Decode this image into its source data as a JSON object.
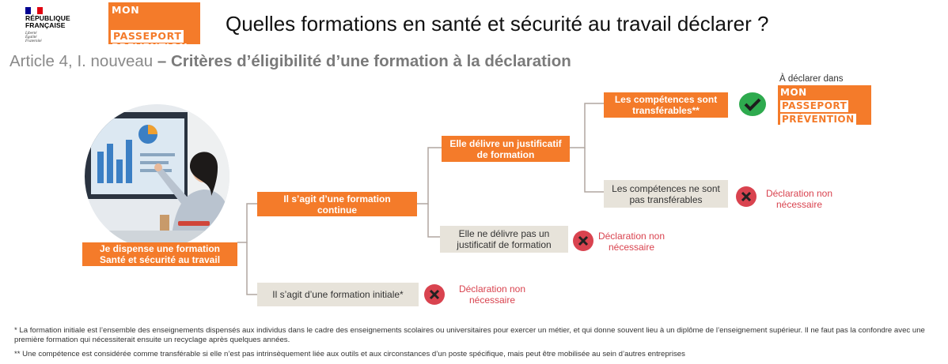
{
  "header": {
    "rf_name": "RÉPUBLIQUE\nFRANÇAISE",
    "rf_motto": "Liberté\nÉgalité\nFraternité",
    "logo_line1": "MON",
    "logo_line2": "PASSEPORT",
    "logo_line3": "PRÉVENTION",
    "title": "Quelles formations en santé et sécurité au travail déclarer ?",
    "subtitle_light": "Article 4, I. nouveau",
    "subtitle_bold": " – Critères d’éligibilité d’une formation à la déclaration"
  },
  "tree": {
    "root": "Je dispense une formation\nSanté et sécurité au travail",
    "continue": "Il s’agit d’une formation\ncontinue",
    "initiale": "Il s’agit d’une formation initiale*",
    "justif_yes": "Elle délivre un justificatif\nde formation",
    "justif_no": "Elle ne délivre pas un\njustificatif de formation",
    "transf_yes": "Les compétences sont\ntransférables**",
    "transf_no": "Les compétences ne sont\npas transférables",
    "declare_in": "À déclarer dans",
    "non_necessaire": "Déclaration non\nnécessaire"
  },
  "notes": {
    "note1": "* La formation initiale est l’ensemble des enseignements dispensés aux individus dans le cadre des enseignements scolaires ou universitaires pour exercer un métier, et qui donne souvent lieu à un diplôme de l’enseignement supérieur. Il ne faut pas la confondre avec une première formation qui nécessiterait ensuite un recyclage après quelques années.",
    "note2": "** Une compétence est considérée comme transférable si elle n’est pas intrinsèquement liée aux outils et aux circonstances d’un poste spécifique, mais peut être mobilisée au sein d’autres entreprises"
  },
  "icons": {
    "check": "check-circle-icon",
    "cross": "cross-circle-icon"
  },
  "colors": {
    "brand_orange": "#f47b2a",
    "decline_red": "#d9434f",
    "check_green": "#2eaa4e",
    "neutral_box": "#e7e3da"
  }
}
